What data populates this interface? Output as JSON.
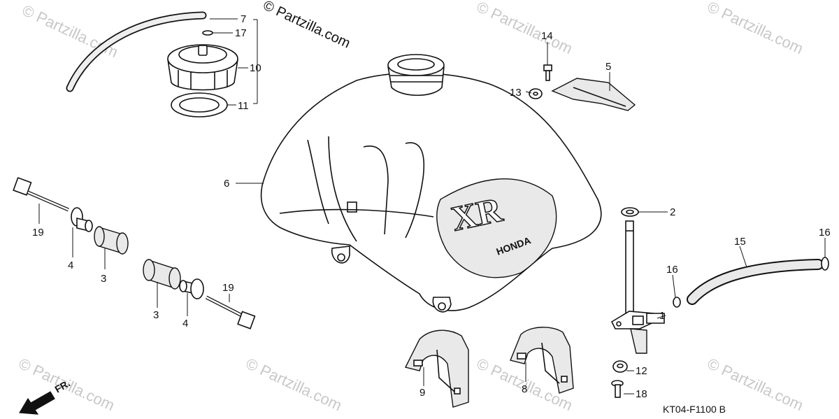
{
  "copyright_stamp": "© Partzilla.com",
  "watermark_text": "© Partzilla.com",
  "diagram_code": "KT04-F1100 B",
  "direction_label": "FR.",
  "decal_text": "HONDA",
  "decal_logo": "XR",
  "callouts": [
    "1",
    "2",
    "3",
    "3",
    "4",
    "4",
    "5",
    "6",
    "7",
    "8",
    "9",
    "10",
    "11",
    "12",
    "13",
    "14",
    "15",
    "16",
    "16",
    "17",
    "18",
    "19",
    "19"
  ]
}
